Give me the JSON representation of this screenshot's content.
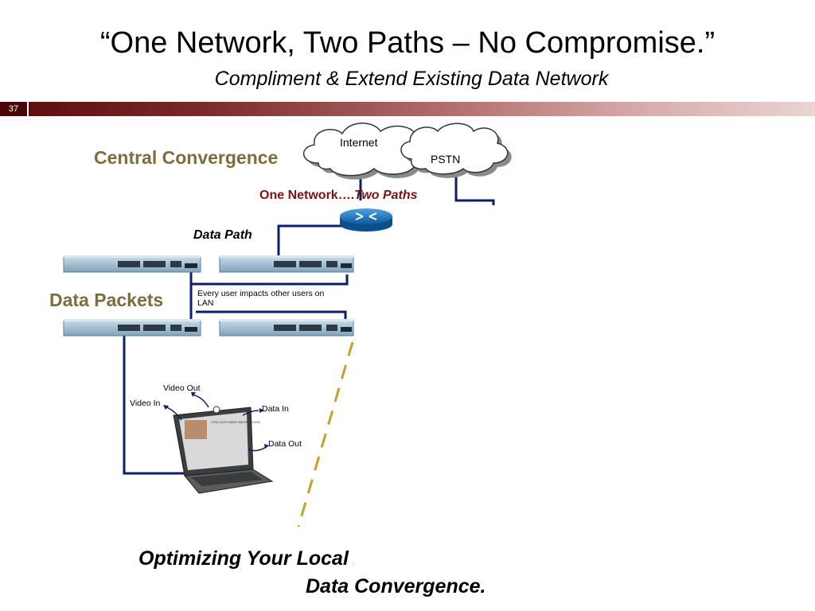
{
  "slide": {
    "title": "“One Network, Two Paths – No Compromise.”",
    "subtitle": "Compliment & Extend Existing Data Network",
    "number": "37"
  },
  "diagram": {
    "central_convergence": "Central Convergence",
    "one_network": "One Network….",
    "two_paths": "Two Paths",
    "data_path": "Data Path",
    "data_packets": "Data Packets",
    "lan_note": "Every user impacts other users on LAN",
    "clouds": {
      "internet": "Internet",
      "pstn": "PSTN"
    },
    "laptop_labels": {
      "video_out": "Video Out",
      "video_in": "Video In",
      "data_in": "Data In",
      "data_out": "Data Out"
    },
    "screen_text": "CPM CUSTOMER INFORMATION",
    "icons": [
      "cloud-icon",
      "router-icon",
      "switch-icon",
      "laptop-icon"
    ],
    "colors": {
      "line": "#0b1f6b",
      "dashed": "#c8a028",
      "olive": "#7d6d3b",
      "red": "#7a1414"
    }
  },
  "footer": {
    "line1": "Optimizing Your Local Area Network",
    "line2": "Data Convergence."
  }
}
